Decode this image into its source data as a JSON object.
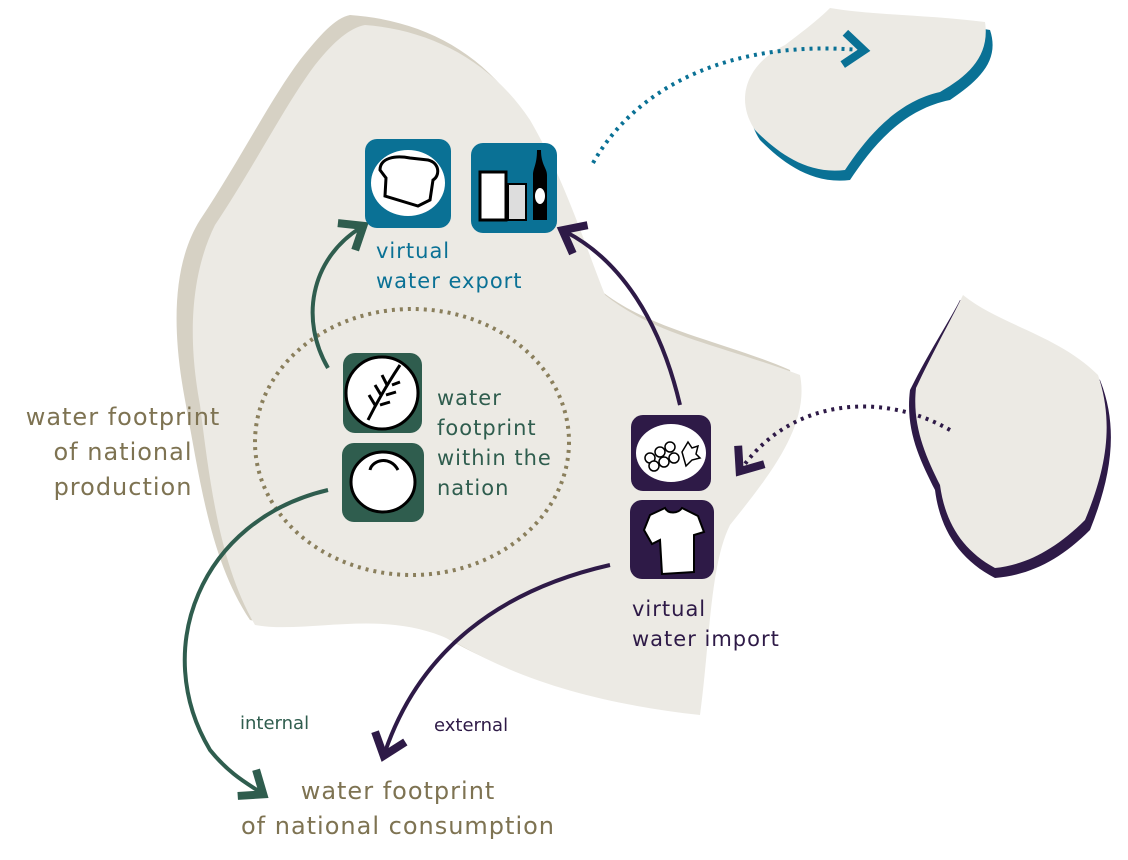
{
  "labels": {
    "national_production": [
      "water footprint",
      "of national",
      "production"
    ],
    "virtual_export": [
      "virtual",
      "water export"
    ],
    "within_nation": [
      "water",
      "footprint",
      "within the",
      "nation"
    ],
    "virtual_import": [
      "virtual",
      "water import"
    ],
    "internal": "internal",
    "external": "external",
    "national_consumption": [
      "water footprint",
      "of national consumption"
    ]
  },
  "icons": {
    "export": [
      "bread-icon",
      "beverages-icon"
    ],
    "within": [
      "wheat-icon",
      "tomato-icon"
    ],
    "import": [
      "grapes-icon",
      "tshirt-icon"
    ]
  },
  "colors": {
    "export": "#0a7195",
    "within": "#2f5d4e",
    "import": "#2e1a47",
    "olive": "#7e7352",
    "land": "#eceae4",
    "land_shadow": "#d6d1c4"
  }
}
